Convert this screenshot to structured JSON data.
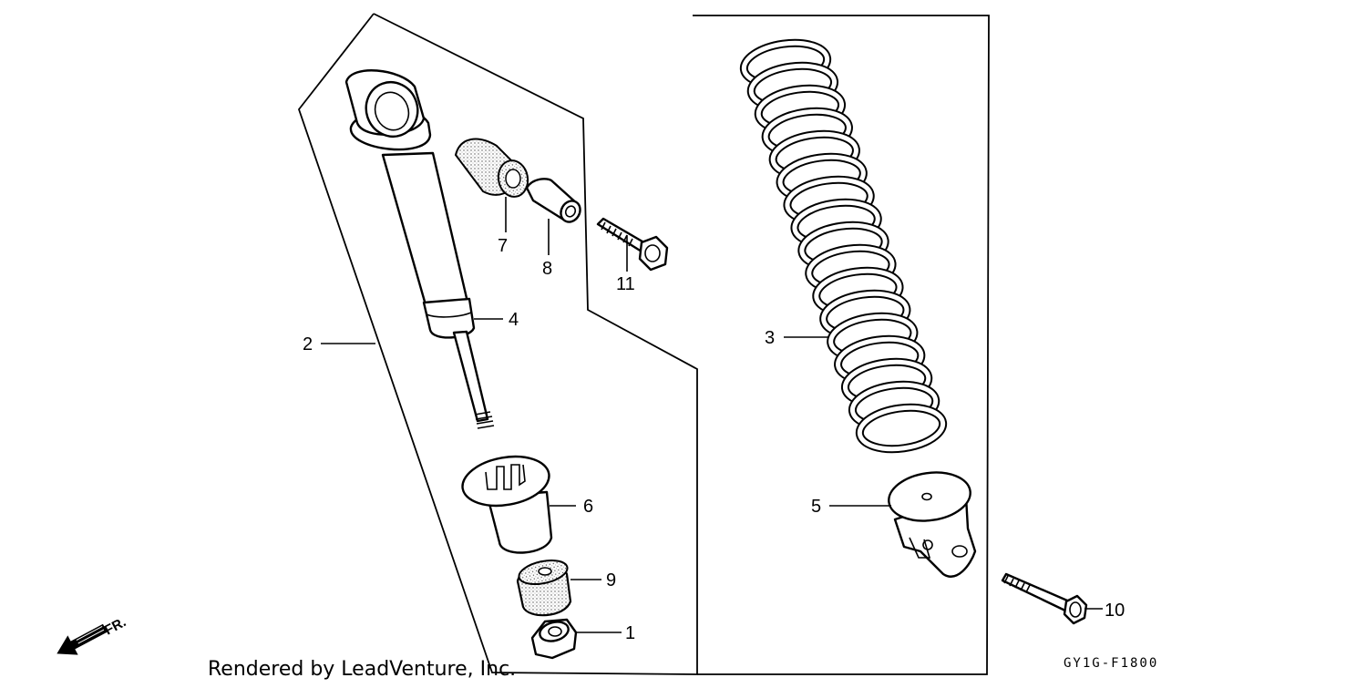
{
  "callouts": [
    {
      "id": "callout-1",
      "text": "1"
    },
    {
      "id": "callout-2",
      "text": "2"
    },
    {
      "id": "callout-3",
      "text": "3"
    },
    {
      "id": "callout-4",
      "text": "4"
    },
    {
      "id": "callout-5",
      "text": "5"
    },
    {
      "id": "callout-6",
      "text": "6"
    },
    {
      "id": "callout-7",
      "text": "7"
    },
    {
      "id": "callout-8",
      "text": "8"
    },
    {
      "id": "callout-9",
      "text": "9"
    },
    {
      "id": "callout-10",
      "text": "10"
    },
    {
      "id": "callout-11",
      "text": "11"
    }
  ],
  "direction_arrow": {
    "text": "FR."
  },
  "credit": "Rendered by LeadVenture, Inc.",
  "diagram_code": "GY1G-F1800"
}
